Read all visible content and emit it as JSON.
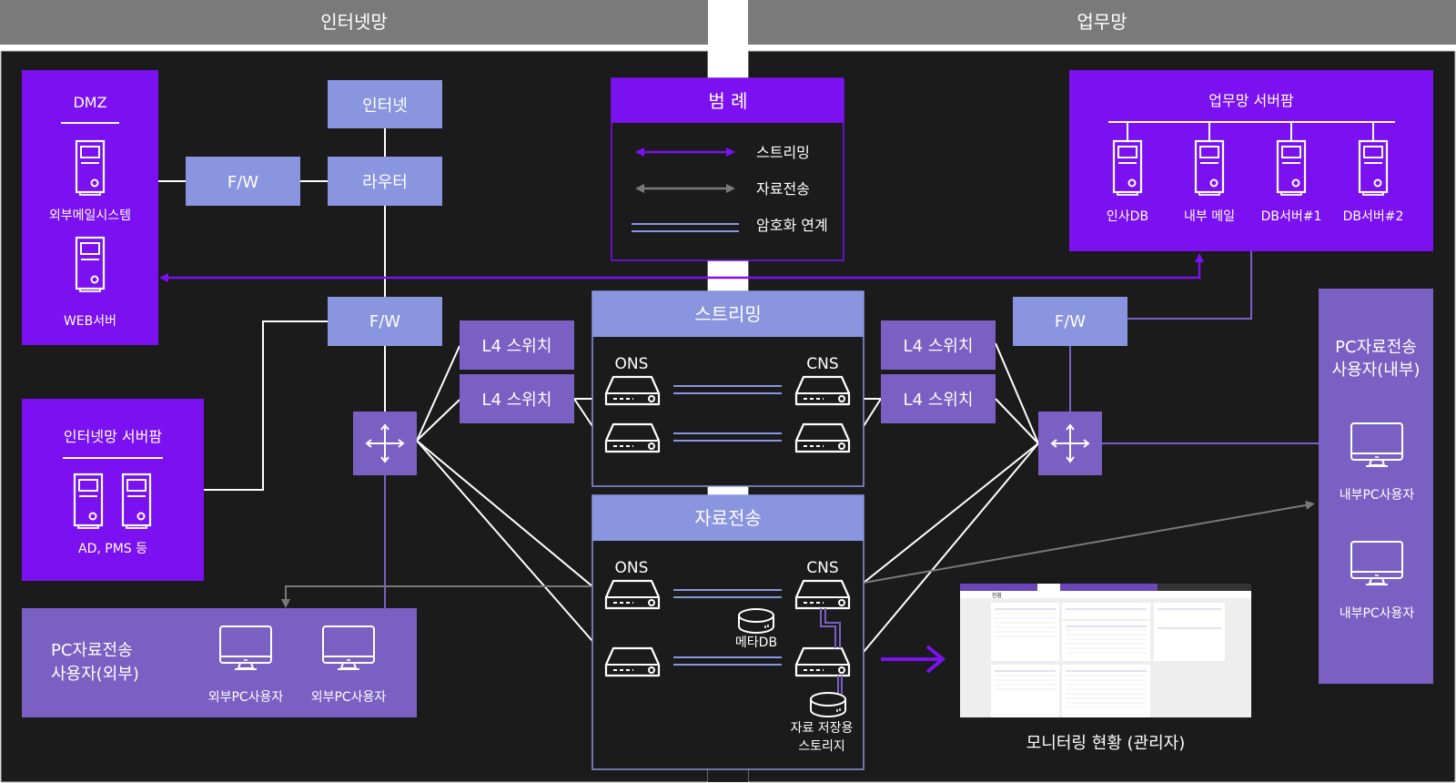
{
  "zones": {
    "internet": "인터넷망",
    "business": "업무망"
  },
  "colors": {
    "header_bg": "#7a7a7a",
    "panel_bg": "#1b1b1b",
    "purple_strong": "#7b11f0",
    "purple_mid": "#7b60c4",
    "purple_light": "#8a95df",
    "line_white": "#ffffff",
    "line_gray": "#7a7a7a"
  },
  "left": {
    "dmz": {
      "title": "DMZ",
      "servers": [
        "외부메일시스템",
        "WEB서버"
      ]
    },
    "internet_box": "인터넷",
    "router": "라우터",
    "fw_top": "F/W",
    "fw_mid": "F/W",
    "server_farm": {
      "title": "인터넷망 서버팜",
      "caption": "AD, PMS 등"
    },
    "l4_switches": [
      "L4 스위치",
      "L4 스위치"
    ],
    "pc_users": {
      "title_line1": "PC자료전송",
      "title_line2": "사용자(외부)",
      "users": [
        "외부PC사용자",
        "외부PC사용자"
      ]
    }
  },
  "legend": {
    "title": "범 례",
    "items": [
      {
        "label": "스트리밍",
        "style": "purple-arrow"
      },
      {
        "label": "자료전송",
        "style": "gray-arrow"
      },
      {
        "label": "암호화 연계",
        "style": "double-line"
      }
    ]
  },
  "streaming": {
    "title": "스트리밍",
    "left_label": "ONS",
    "right_label": "CNS"
  },
  "transfer": {
    "title": "자료전송",
    "left_label": "ONS",
    "right_label": "CNS",
    "meta_db": "메타DB",
    "storage_line1": "자료 저장용",
    "storage_line2": "스토리지"
  },
  "right": {
    "server_farm": {
      "title": "업무망 서버팜",
      "servers": [
        "인사DB",
        "내부 메일",
        "DB서버#1",
        "DB서버#2"
      ]
    },
    "fw": "F/W",
    "l4_switches": [
      "L4 스위치",
      "L4 스위치"
    ],
    "pc_users": {
      "title_line1": "PC자료전송",
      "title_line2": "사용자(내부)",
      "users": [
        "내부PC사용자",
        "내부PC사용자"
      ]
    }
  },
  "monitoring": {
    "caption": "모니터링 현황 (관리자)",
    "screen_title": "현황"
  }
}
